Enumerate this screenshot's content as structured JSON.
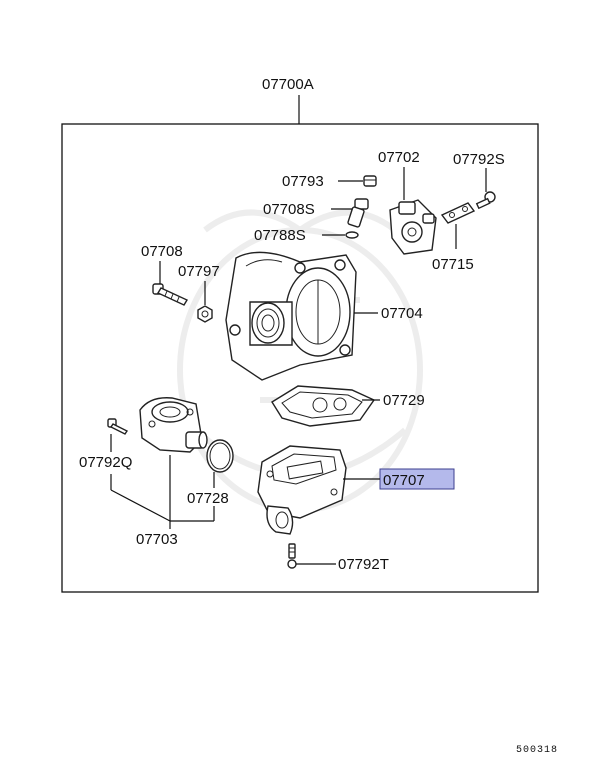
{
  "diagram": {
    "assembly_label": "07700A",
    "labels": {
      "p07702": "07702",
      "p07792S": "07792S",
      "p07793": "07793",
      "p07708S": "07708S",
      "p07788S": "07788S",
      "p07715": "07715",
      "p07708": "07708",
      "p07797": "07797",
      "p07704": "07704",
      "p07729": "07729",
      "p07792Q": "07792Q",
      "p07728": "07728",
      "p07707": "07707",
      "p07703": "07703",
      "p07792T": "07792T"
    },
    "highlight": {
      "part": "07707",
      "fill": "#b4b9eb",
      "stroke": "#3c3f8f"
    },
    "diagram_code": "500318"
  }
}
